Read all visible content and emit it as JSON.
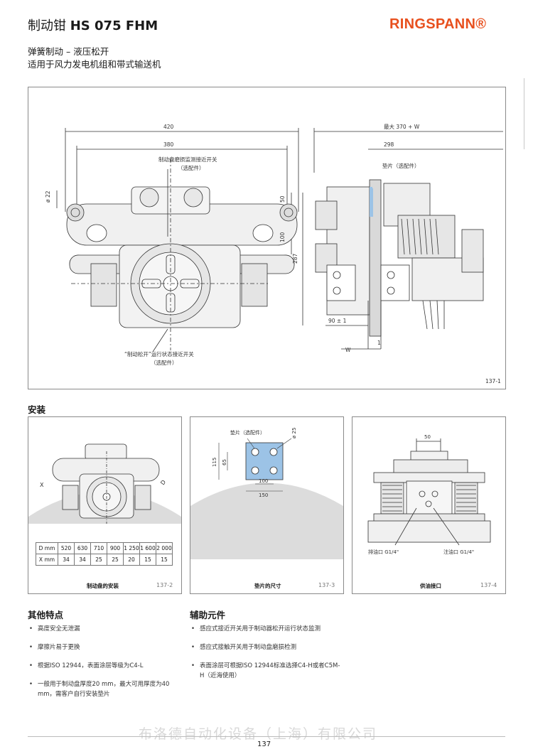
{
  "header": {
    "title_prefix": "制动钳",
    "title_model": "HS 075 FHM",
    "brand": "RINGSPANN®",
    "subtitle_1": "弹簧制动 – 液压松开",
    "subtitle_2": "适用于风力发电机组和带式输送机"
  },
  "main_drawing": {
    "dim_420": "420",
    "dim_380": "380",
    "dim_22": "ø 22",
    "dim_50": "50",
    "dim_100": "100",
    "dim_287": "287",
    "label_wear_switch": "制动盘磨损监测接近开关",
    "label_optional_1": "（选配件）",
    "label_release_switch": "“制动松开”运行状态接近开关",
    "label_optional_2": "（选配件）",
    "dim_max": "最大 370 + W",
    "dim_298": "298",
    "label_shim": "垫片（选配件）",
    "dim_90": "90 ± 1",
    "dim_W": "W",
    "dim_1": "1",
    "fig_no": "137-1"
  },
  "install": {
    "heading": "安装",
    "panel1": {
      "label_x": "X",
      "label_d": "D",
      "table_header_d": "D mm",
      "table_header_x": "X mm",
      "d_values": [
        "520",
        "630",
        "710",
        "900",
        "1 250",
        "1 600",
        "2 000"
      ],
      "x_values": [
        "34",
        "34",
        "25",
        "25",
        "20",
        "15",
        "15"
      ],
      "caption": "制动盘的安装",
      "fig_no": "137-2"
    },
    "panel2": {
      "label_shim": "垫片（选配件）",
      "dim_25": "ø 25",
      "dim_115": "115",
      "dim_65": "65",
      "dim_100": "100",
      "dim_150": "150",
      "caption": "垫片的尺寸",
      "fig_no": "137-3"
    },
    "panel3": {
      "dim_50": "50",
      "label_drain": "排油口 G1/4\"",
      "label_fill": "注油口 G1/4\"",
      "caption": "供油接口",
      "fig_no": "137-4"
    }
  },
  "features": {
    "heading": "其他特点",
    "items": [
      "高度安全无泄漏",
      "摩擦片易于更换",
      "根据ISO 12944，表面涂层等级为C4-L",
      "一般用于制动盘厚度20 mm，最大可用厚度为40 mm，需客户自行安装垫片"
    ]
  },
  "accessories": {
    "heading": "辅助元件",
    "items": [
      "感应式接近开关用于制动器松开运行状态监测",
      "感应式接触开关用于制动盘磨损检测",
      "表面涂层可根据ISO 12944标准选择C4-H或者C5M-H（近海使用）"
    ]
  },
  "footer": {
    "watermark": "布洛德自动化设备（上海）有限公司",
    "page": "137"
  },
  "colors": {
    "brand": "#e8501e",
    "shim_blue": "#9cc3e6"
  }
}
